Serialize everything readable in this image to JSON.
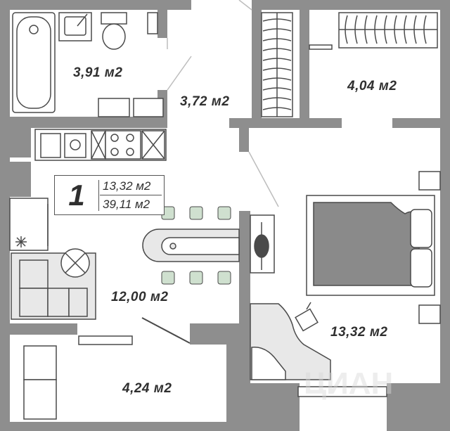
{
  "plan": {
    "apartment_number": "1",
    "living_area": "13,32 м2",
    "total_area": "39,11 м2",
    "rooms": {
      "bathroom": "3,91 м2",
      "hallway": "3,72 м2",
      "wardrobe": "4,04 м2",
      "kitchen": "12,00 м2",
      "bedroom": "13,32 м2",
      "balcony": "4,24 м2"
    },
    "watermark": "ЦИАН"
  },
  "colors": {
    "wall": "#8e8e8e",
    "furniture_stroke": "#4a4a4a",
    "furniture_fill": "#e8e8e8",
    "bed_dark": "#8a8a8a",
    "chair_fill": "#cfe0cf",
    "text": "#2f2f2f"
  }
}
